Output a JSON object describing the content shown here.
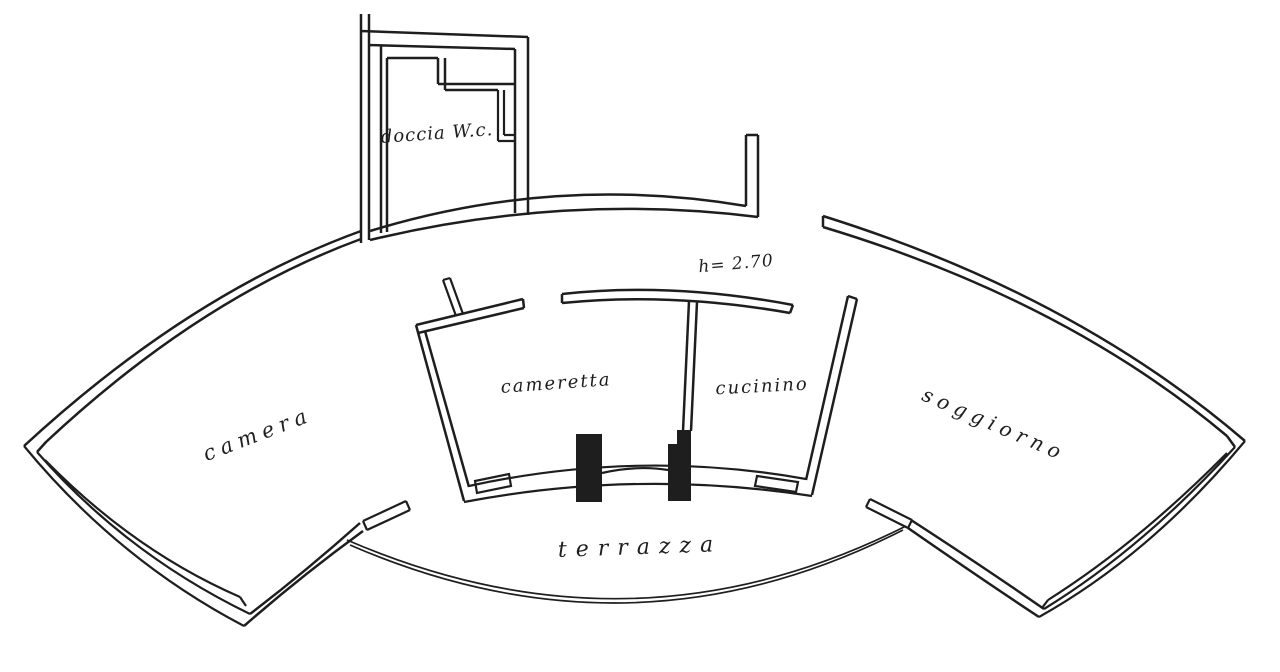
{
  "plan": {
    "colors": {
      "ink": "#1e1e1e",
      "paper": "#ffffff"
    },
    "annotations": {
      "ceiling_height": "h= 2.70"
    },
    "rooms": {
      "doccia": "doccia W.c.",
      "camera": "camera",
      "cameretta": "cameretta",
      "cucinino": "cucinino",
      "soggiorno": "soggiorno",
      "terrazza": "terrazza"
    }
  }
}
